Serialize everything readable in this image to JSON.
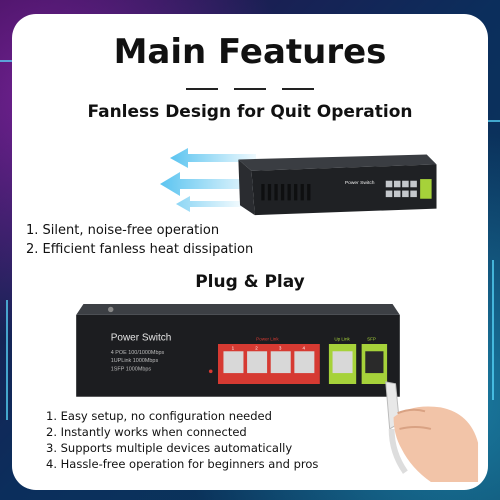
{
  "header": {
    "title": "Main Features"
  },
  "section1": {
    "heading": "Fanless Design for Quit Operation",
    "device_label": "Power Switch",
    "bullets": [
      "1. Silent, noise-free operation",
      "2. Efficient fanless heat dissipation"
    ]
  },
  "section2": {
    "heading": "Plug & Play",
    "device": {
      "label": "Power Switch",
      "spec_lines": [
        "4 POE 100/1000Mbps",
        "1UPLink 1000Mbps",
        "1SFP 1000Mbps"
      ],
      "port_group_label": "Power Link",
      "uplink_label": "Up Link",
      "sfp_label": "SFP",
      "port_numbers": [
        "1",
        "2",
        "3",
        "4"
      ]
    },
    "bullets": [
      "1. Easy setup, no configuration needed",
      "2. Instantly works when connected",
      "3. Supports multiple devices automatically",
      "4. Hassle-free operation for beginners and pros"
    ]
  },
  "colors": {
    "accent_red": "#d63a32",
    "accent_green": "#a6d23a",
    "arrow_blue": "#5bc4f0"
  }
}
